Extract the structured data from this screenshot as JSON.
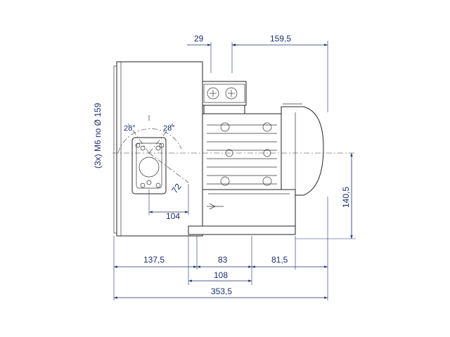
{
  "dimensions": {
    "d29": "29",
    "d159_5": "159,5",
    "d137_5": "137,5",
    "d83": "83",
    "d81_5": "81,5",
    "d108": "108",
    "d353_5": "353,5",
    "d140_5": "140,5",
    "d104": "104",
    "d72": "72"
  },
  "angles": {
    "a_left": "28°",
    "a_right": "28°"
  },
  "notes": {
    "hole_note": "(3x) M6 no Ø 159"
  },
  "colors": {
    "dimension_line": "#1a2e6e",
    "outline": "#222222"
  }
}
